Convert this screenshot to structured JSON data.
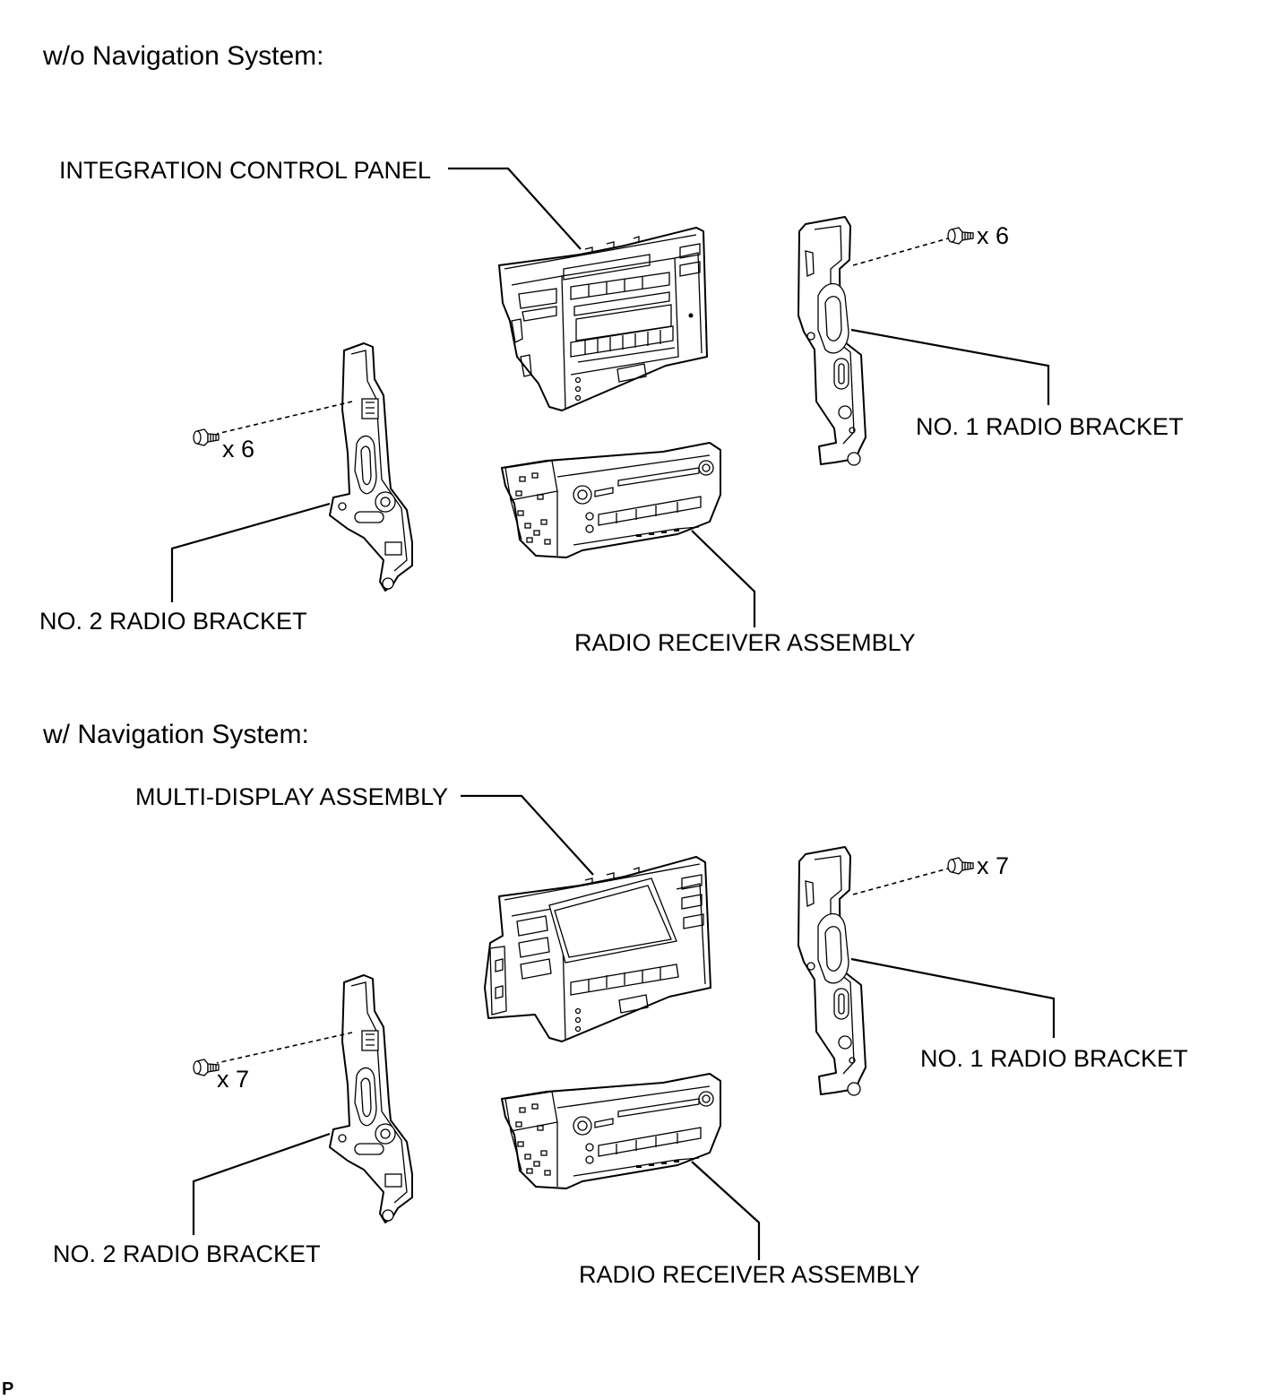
{
  "sections": [
    {
      "heading": "w/o Navigation System:",
      "labels": {
        "top_part": "INTEGRATION CONTROL PANEL",
        "no1_bracket": "NO. 1 RADIO BRACKET",
        "no2_bracket": "NO. 2 RADIO BRACKET",
        "receiver": "RADIO RECEIVER ASSEMBLY",
        "right_screw_qty": "x 6",
        "left_screw_qty": "x 6"
      }
    },
    {
      "heading": "w/ Navigation System:",
      "labels": {
        "top_part": "MULTI-DISPLAY ASSEMBLY",
        "no1_bracket": "NO. 1 RADIO BRACKET",
        "no2_bracket": "NO. 2 RADIO BRACKET",
        "receiver": "RADIO RECEIVER ASSEMBLY",
        "right_screw_qty": "x 7",
        "left_screw_qty": "x 7"
      }
    }
  ],
  "corner_code": "P"
}
